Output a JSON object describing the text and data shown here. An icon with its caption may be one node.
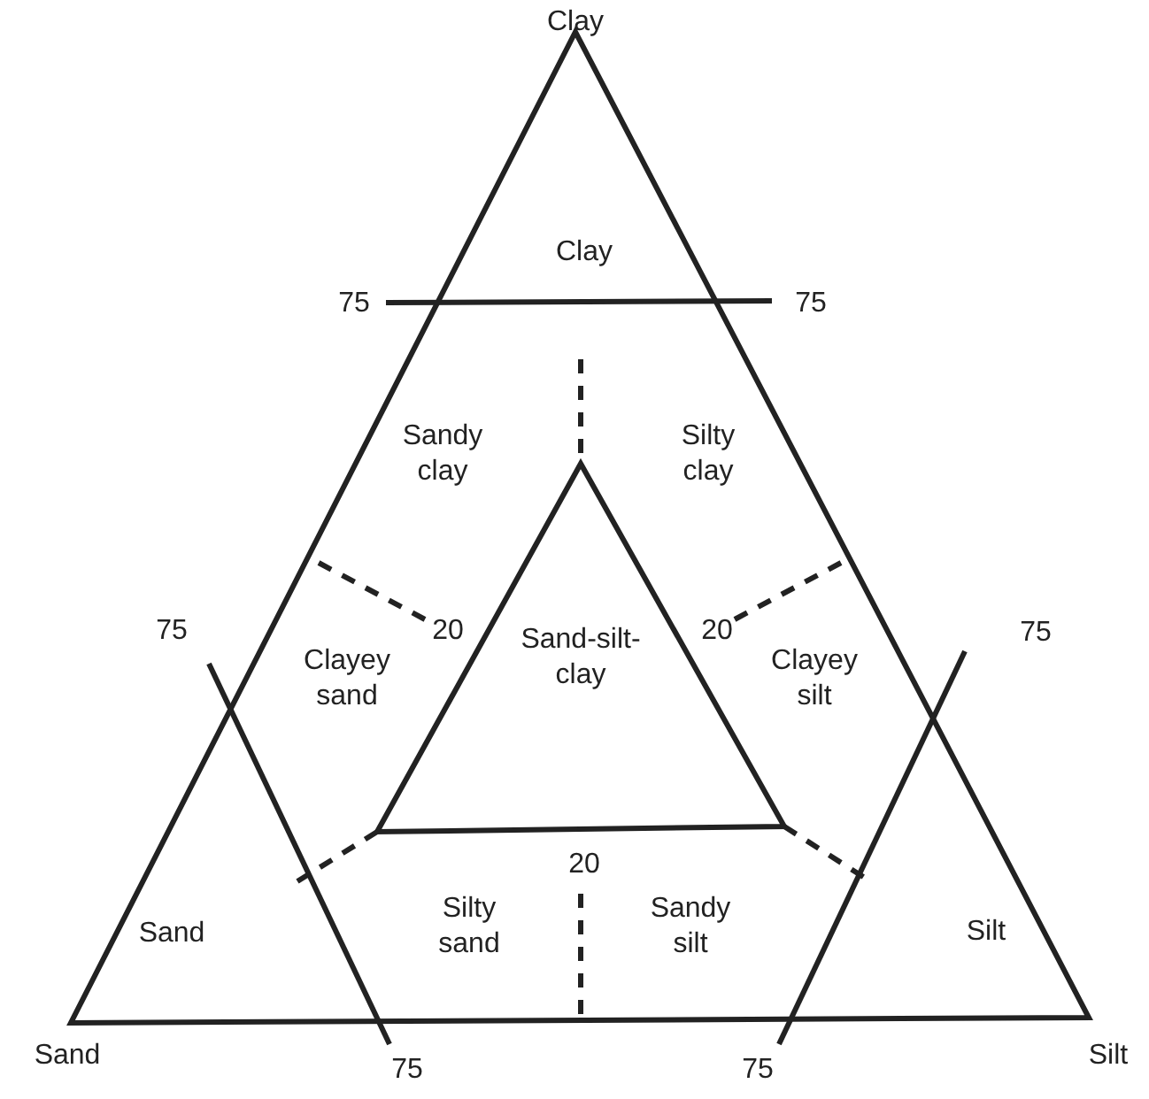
{
  "diagram": {
    "nodes": [
      {
        "text": [
          "Sand-silt-clay"
        ]
      }
    ],
    "labels": [
      "Clay",
      "Clay",
      "75",
      "75",
      "Sandy clay",
      "Silty clay",
      "75",
      "20",
      "20",
      "75",
      "Clayey sand",
      "Clayey silt",
      "20",
      "Sand",
      "Silty sand",
      "Sandy silt",
      "Silt",
      "Sand",
      "75",
      "75",
      "Silt"
    ]
  }
}
